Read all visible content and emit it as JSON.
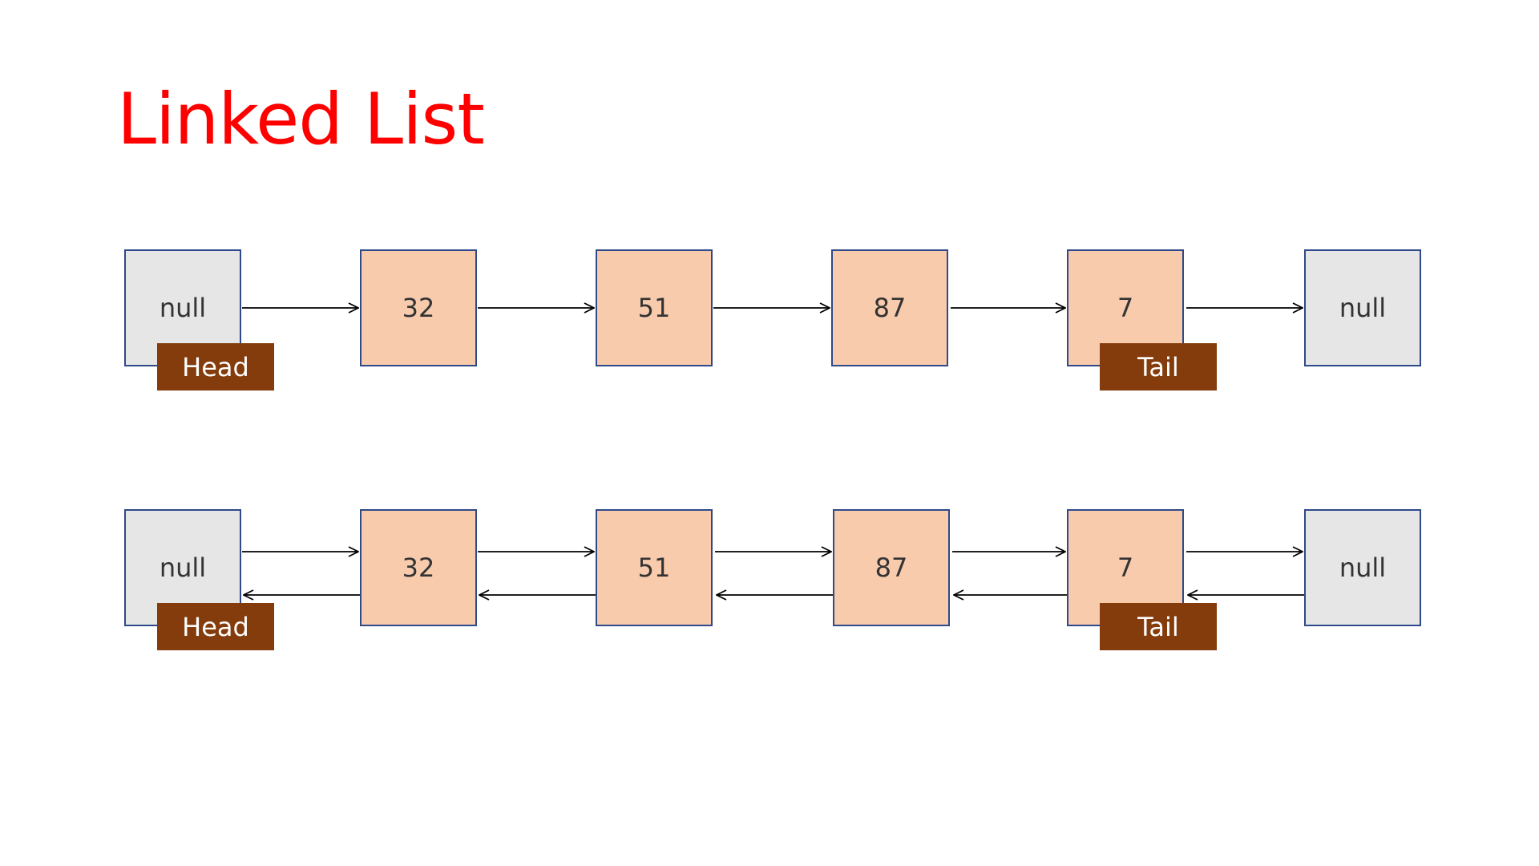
{
  "title": "Linked List",
  "colors": {
    "title": "#ff0000",
    "null_fill": "#e6e6e6",
    "value_fill": "#f8cbad",
    "node_border": "#2f4a8a",
    "marker_fill": "#843c0c",
    "marker_text": "#ffffff",
    "arrow": "#000000"
  },
  "singly_linked": {
    "nodes": [
      {
        "label": "null",
        "kind": "null"
      },
      {
        "label": "32",
        "kind": "value"
      },
      {
        "label": "51",
        "kind": "value"
      },
      {
        "label": "87",
        "kind": "value"
      },
      {
        "label": "7",
        "kind": "value"
      },
      {
        "label": "null",
        "kind": "null"
      }
    ],
    "head_label": "Head",
    "tail_label": "Tail"
  },
  "doubly_linked": {
    "nodes": [
      {
        "label": "null",
        "kind": "null"
      },
      {
        "label": "32",
        "kind": "value"
      },
      {
        "label": "51",
        "kind": "value"
      },
      {
        "label": "87",
        "kind": "value"
      },
      {
        "label": "7",
        "kind": "value"
      },
      {
        "label": "null",
        "kind": "null"
      }
    ],
    "head_label": "Head",
    "tail_label": "Tail"
  }
}
